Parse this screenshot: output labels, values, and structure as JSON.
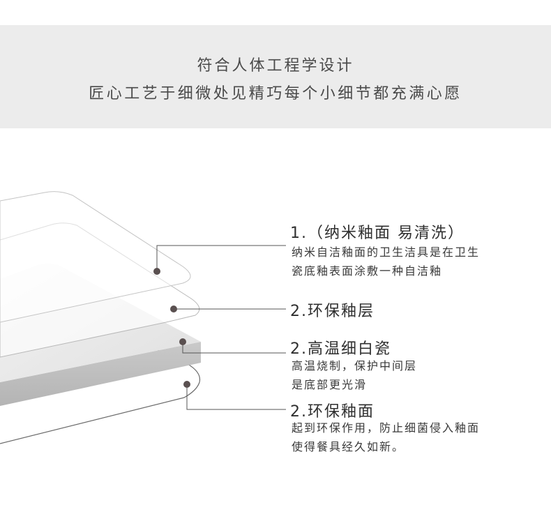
{
  "banner": {
    "line1": "符合人体工程学设计",
    "line2": "匠心工艺于细微处见精巧每个小细节都充满心愿"
  },
  "layers": [
    {
      "title": "1.（纳米釉面 易清洗）",
      "desc": [
        "纳米自洁釉面的卫生洁具是在卫生",
        "瓷底釉表面涂敷一种自洁釉"
      ]
    },
    {
      "title": "2.环保釉层",
      "desc": []
    },
    {
      "title": "2.高温细白瓷",
      "desc": [
        "高温烧制，保护中间层",
        "是底部更光滑"
      ]
    },
    {
      "title": "2.环保釉面",
      "desc": [
        "起到环保作用，防止细菌侵入釉面",
        "使得餐具经久如新。"
      ]
    }
  ],
  "colors": {
    "banner_bg": "#ececec",
    "dot": "#5a5050",
    "line": "#555555"
  }
}
